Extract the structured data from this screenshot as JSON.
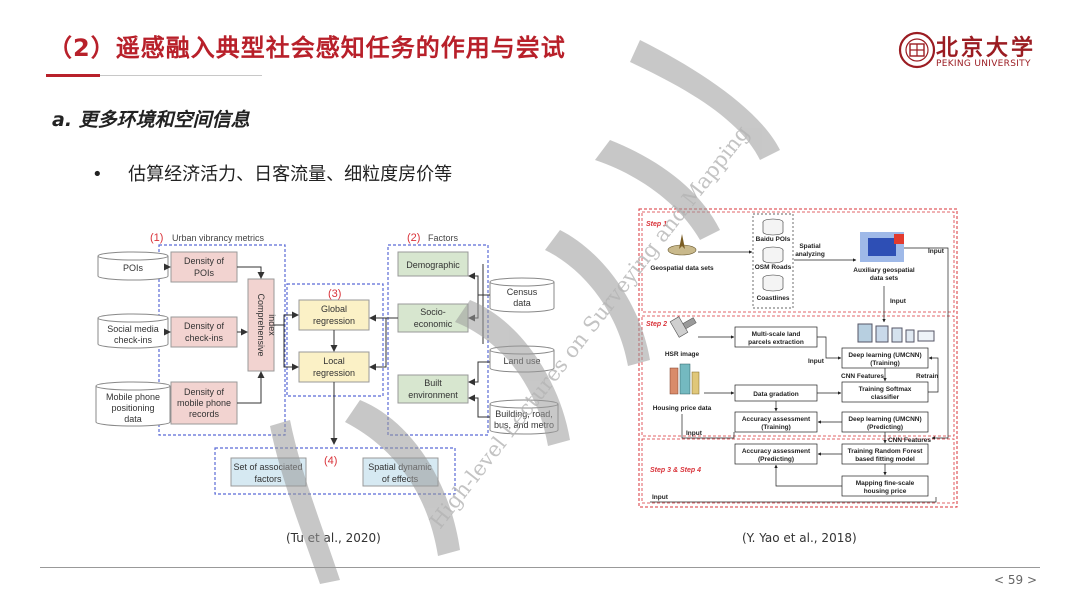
{
  "slide": {
    "title": "（2）遥感融入典型社会感知任务的作用与尝试",
    "subheading": "a. 更多环境和空间信息",
    "bullet": "估算经济活力、日客流量、细粒度房价等",
    "bullet_marker": "•",
    "page_number": "< 59 >"
  },
  "logo": {
    "name_cn": "北京大学",
    "name_en": "PEKING UNIVERSITY",
    "color": "#9b1c22"
  },
  "left_figure": {
    "caption": "(Tu et al., 2020)",
    "sec1_num": "(1)",
    "sec1_title": "Urban vibrancy metrics",
    "sec2_num": "(2)",
    "sec2_title": "Factors",
    "sec3_num": "(3)",
    "sec4_num": "(4)",
    "data_pois": "POIs",
    "data_social_1": "Social media",
    "data_social_2": "check-ins",
    "data_mobile_1": "Mobile phone",
    "data_mobile_2": "positioning",
    "data_mobile_3": "data",
    "density_pois_1": "Density of",
    "density_pois_2": "POIs",
    "density_checkins_1": "Density of",
    "density_checkins_2": "check-ins",
    "density_mobile_1": "Density of",
    "density_mobile_2": "mobile phone",
    "density_mobile_3": "records",
    "comprehensive_1": "Comprehensive",
    "comprehensive_2": "index",
    "global_1": "Global",
    "global_2": "regression",
    "local_1": "Local",
    "local_2": "regression",
    "demographic": "Demographic",
    "socio_1": "Socio-",
    "socio_2": "economic",
    "built_1": "Built",
    "built_2": "environment",
    "census_1": "Census",
    "census_2": "data",
    "landuse": "Land use",
    "building_1": "Building, road,",
    "building_2": "bus, and metro",
    "assoc_1": "Set of associated",
    "assoc_2": "factors",
    "spatial_1": "Spatial dynamic",
    "spatial_2": "of effects"
  },
  "right_figure": {
    "caption": "(Y. Yao et al., 2018)",
    "step1": "Step 1",
    "step2": "Step 2",
    "step34": "Step 3 & Step 4",
    "geo_data": "Geospatial data sets",
    "baidu_pois": "Baidu POIs",
    "osm_roads": "OSM Roads",
    "coastlines": "Coastlines",
    "spatial_analyzing_1": "Spatial",
    "spatial_analyzing_2": "analyzing",
    "aux_1": "Auxiliary geospatial",
    "aux_2": "data sets",
    "input": "Input",
    "hsr_image": "HSR image",
    "multiscale_1": "Multi-scale land",
    "multiscale_2": "parcels extraction",
    "dl_train_1": "Deep learning (UMCNN)",
    "dl_train_2": "(Training)",
    "cnn_features": "CNN Features",
    "retrain": "Retrain",
    "softmax_1": "Training Softmax",
    "softmax_2": "classifier",
    "housing_price": "Housing price data",
    "data_gradation": "Data gradation",
    "acc_train_1": "Accuracy assessment",
    "acc_train_2": "(Training)",
    "dl_pred_1": "Deep learning (UMCNN)",
    "dl_pred_2": "(Predicting)",
    "acc_pred_1": "Accuracy assessment",
    "acc_pred_2": "(Predicting)",
    "rf_1": "Training Random Forest",
    "rf_2": "based fitting model",
    "map_1": "Mapping fine-scale",
    "map_2": "housing price"
  },
  "watermark": {
    "text_en": "High-level Lectures on Surveying and Mapping"
  },
  "colors": {
    "brand_red": "#b8202a",
    "box_pink": "#f2d3d0",
    "box_green": "#d7e6cf",
    "box_yellow": "#fbf1c6",
    "box_blue": "#d6e9f2",
    "frame_blue": "#5b6bd6",
    "frame_red": "#d9333a"
  }
}
